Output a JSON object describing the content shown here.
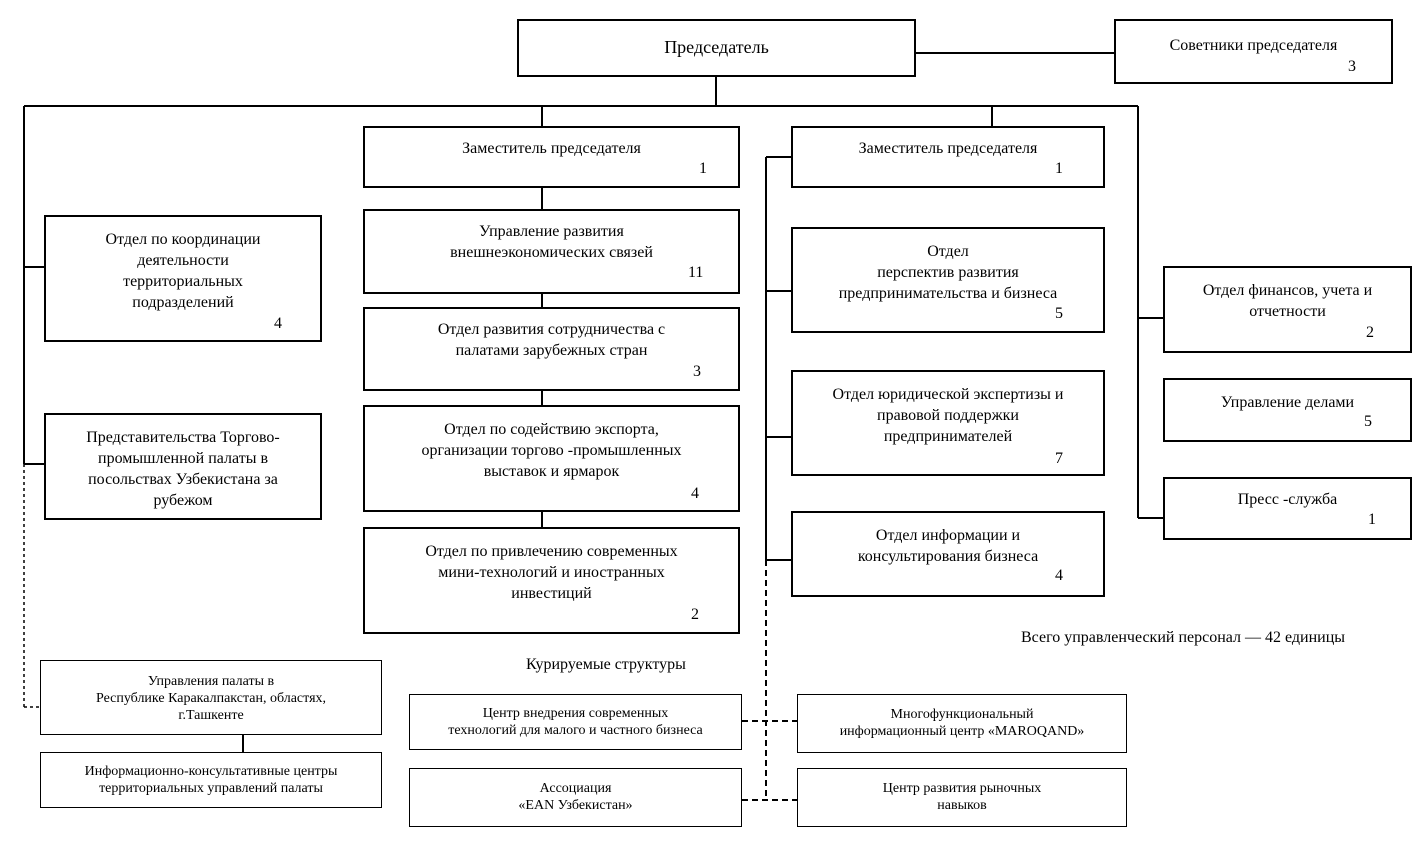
{
  "chairman": {
    "title": "Председатель"
  },
  "advisors": {
    "title": "Советники председателя",
    "count": "3"
  },
  "deputy1": {
    "title": "Заместитель председателя",
    "count": "1"
  },
  "deputy2": {
    "title": "Заместитель председателя",
    "count": "1"
  },
  "coord_dept": {
    "title": "Отдел по координации\nдеятельности\nтерриториальных\nподразделений",
    "count": "4"
  },
  "reps_abroad": {
    "title": "Представительства Торгово-\nпромышленной палаты в\nпосольствах Узбекистана за\nрубежом"
  },
  "mgmt_fer": {
    "title": "Управление развития\nвнешнеэкономических связей",
    "count": "11"
  },
  "dept_coop": {
    "title": "Отдел развития сотрудничества с\nпалатами зарубежных стран",
    "count": "3"
  },
  "dept_export": {
    "title": "Отдел по содействию экспорта,\nорганизации торгово -промышленных\nвыставок и ярмарок",
    "count": "4"
  },
  "dept_invest": {
    "title": "Отдел по привлечению современных\nмини-технологий и иностранных\nинвестиций",
    "count": "2"
  },
  "dept_perspect": {
    "title": "Отдел\nперспектив развития\nпредпринимательства и бизнеса",
    "count": "5"
  },
  "dept_legal": {
    "title": "Отдел юридической экспертизы и\nправовой поддержки\nпредпринимателей",
    "count": "7"
  },
  "dept_info": {
    "title": "Отдел информации и\nконсультирования бизнеса",
    "count": "4"
  },
  "dept_finance": {
    "title": "Отдел финансов, учета и\nотчетности",
    "count": "2"
  },
  "mgmt_affairs": {
    "title": "Управление делами",
    "count": "5"
  },
  "press": {
    "title": "Пресс -служба",
    "count": "1"
  },
  "total_note": "Всего управленческий персонал  —  42 единицы",
  "supervised_label": "Курируемые структуры",
  "regional": {
    "title": "Управления палаты в\nРеспублике Каракалпакстан, областях,\nг.Ташкенте"
  },
  "info_centers": {
    "title": "Информационно-консультативные центры\nтерриториальных управлений палаты"
  },
  "center_tech": {
    "title": "Центр внедрения современных\nтехнологий для малого и частного бизнеса"
  },
  "maroqand": {
    "title": "Многофункциональный\nинформационный центр  «MAROQAND»"
  },
  "ean": {
    "title": "Ассоциация\n«EAN Узбекистан»"
  },
  "market_skills": {
    "title": "Центр развития рыночных\nнавыков"
  }
}
